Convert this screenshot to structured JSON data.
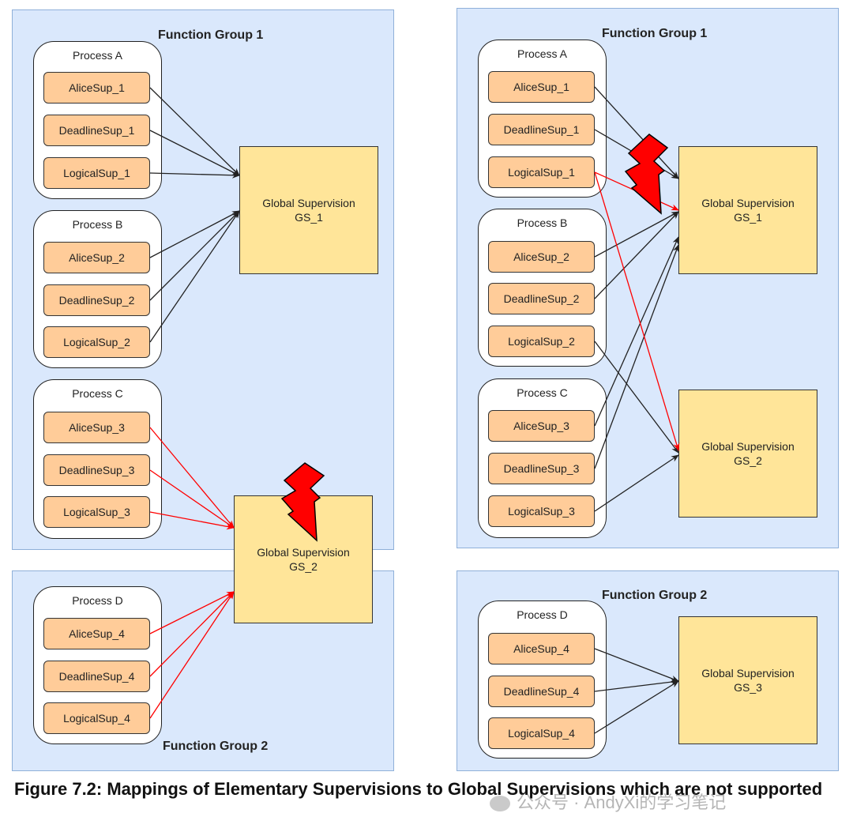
{
  "left": {
    "fg1_label": "Function Group 1",
    "fg2_label": "Function Group 2",
    "procA": {
      "label": "Process A",
      "sups": [
        "AliceSup_1",
        "DeadlineSup_1",
        "LogicalSup_1"
      ]
    },
    "procB": {
      "label": "Process B",
      "sups": [
        "AliceSup_2",
        "DeadlineSup_2",
        "LogicalSup_2"
      ]
    },
    "procC": {
      "label": "Process C",
      "sups": [
        "AliceSup_3",
        "DeadlineSup_3",
        "LogicalSup_3"
      ]
    },
    "procD": {
      "label": "Process D",
      "sups": [
        "AliceSup_4",
        "DeadlineSup_4",
        "LogicalSup_4"
      ]
    },
    "gs1": {
      "line1": "Global Supervision",
      "line2": "GS_1"
    },
    "gs2": {
      "line1": "Global Supervision",
      "line2": "GS_2"
    }
  },
  "right": {
    "fg1_label": "Function Group 1",
    "fg2_label": "Function Group 2",
    "procA": {
      "label": "Process A",
      "sups": [
        "AliceSup_1",
        "DeadlineSup_1",
        "LogicalSup_1"
      ]
    },
    "procB": {
      "label": "Process B",
      "sups": [
        "AliceSup_2",
        "DeadlineSup_2",
        "LogicalSup_2"
      ]
    },
    "procC": {
      "label": "Process C",
      "sups": [
        "AliceSup_3",
        "DeadlineSup_3",
        "LogicalSup_3"
      ]
    },
    "procD": {
      "label": "Process D",
      "sups": [
        "AliceSup_4",
        "DeadlineSup_4",
        "LogicalSup_4"
      ]
    },
    "gs1": {
      "line1": "Global Supervision",
      "line2": "GS_1"
    },
    "gs2": {
      "line1": "Global Supervision",
      "line2": "GS_2"
    },
    "gs3": {
      "line1": "Global Supervision",
      "line2": "GS_3"
    }
  },
  "caption": "Figure 7.2: Mappings of Elementary Supervisions to Global Supervisions which are not supported",
  "watermark": "公众号 · AndyXi的学习笔记",
  "colors": {
    "function_group_fill": "#dae8fc",
    "elementary_supervision_fill": "#ffcc99",
    "global_supervision_fill": "#ffe599",
    "invalid_mapping": "#ff0000",
    "valid_mapping": "#222222"
  }
}
